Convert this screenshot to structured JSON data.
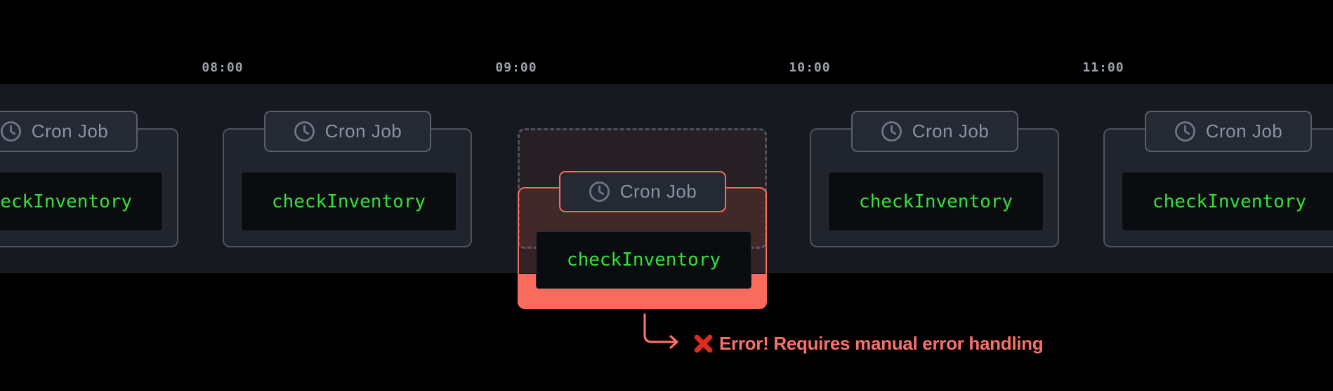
{
  "timeline": {
    "description": "cron job execution timeline",
    "time_labels": [
      "08:00",
      "09:00",
      "10:00",
      "11:00"
    ]
  },
  "cards": [
    {
      "badge": "Cron Job",
      "code": "checkInventory",
      "state": "normal"
    },
    {
      "badge": "Cron Job",
      "code": "checkInventory",
      "state": "normal"
    },
    {
      "badge": "Cron Job",
      "code": "checkInventory",
      "state": "error"
    },
    {
      "badge": "Cron Job",
      "code": "checkInventory",
      "state": "normal"
    },
    {
      "badge": "Cron Job",
      "code": "checkInventory",
      "state": "normal"
    }
  ],
  "error_annotation": {
    "icon": "cross-mark",
    "text": "Error! Requires manual error handling"
  },
  "colors": {
    "background": "#000000",
    "band": "#16191F",
    "card_bg": "#20242D",
    "card_border": "#4C5362",
    "badge_bg": "#242933",
    "badge_border": "#585F6F",
    "badge_text": "#8A92A4",
    "code_bg": "#0A0C10",
    "code_green": "#30E532",
    "time_label": "#9CA2AC",
    "error_salmon": "#F86B5D",
    "error_text": "#F87168",
    "cross_red": "#DD2B1F",
    "ghost_dash": "#4A5161"
  }
}
